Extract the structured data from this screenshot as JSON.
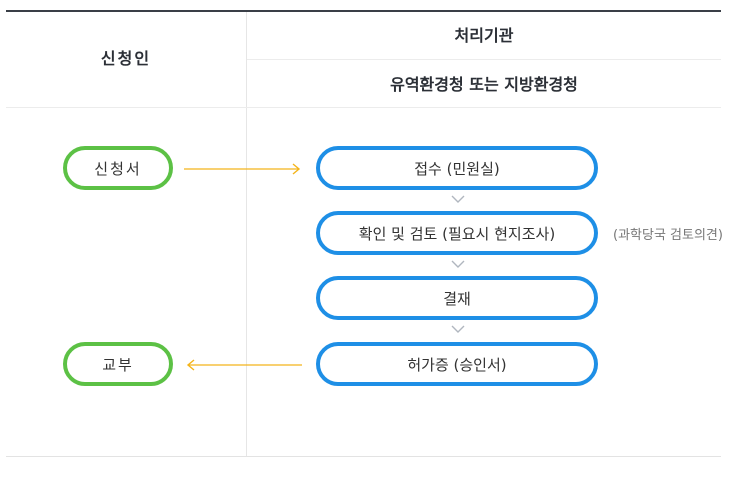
{
  "table": {
    "applicant_header": "신청인",
    "agency_header": "처리기관",
    "agency_sub_header": "유역환경청 또는 지방환경청"
  },
  "applicant_steps": {
    "apply": "신청서",
    "issue": "교부"
  },
  "agency_steps": {
    "receive": "접수 (민원실)",
    "review": "확인 및 검토 (필요시 현지조사)",
    "approve": "결재",
    "permit": "허가증 (승인서)"
  },
  "notes": {
    "review_note": "(과학당국 검토의견)"
  },
  "colors": {
    "applicant_border": "#5cc145",
    "agency_border": "#1e8fe6",
    "arrow": "#f4b41a",
    "chevron": "#b0b6bf",
    "header_rule": "#3a3f47"
  }
}
